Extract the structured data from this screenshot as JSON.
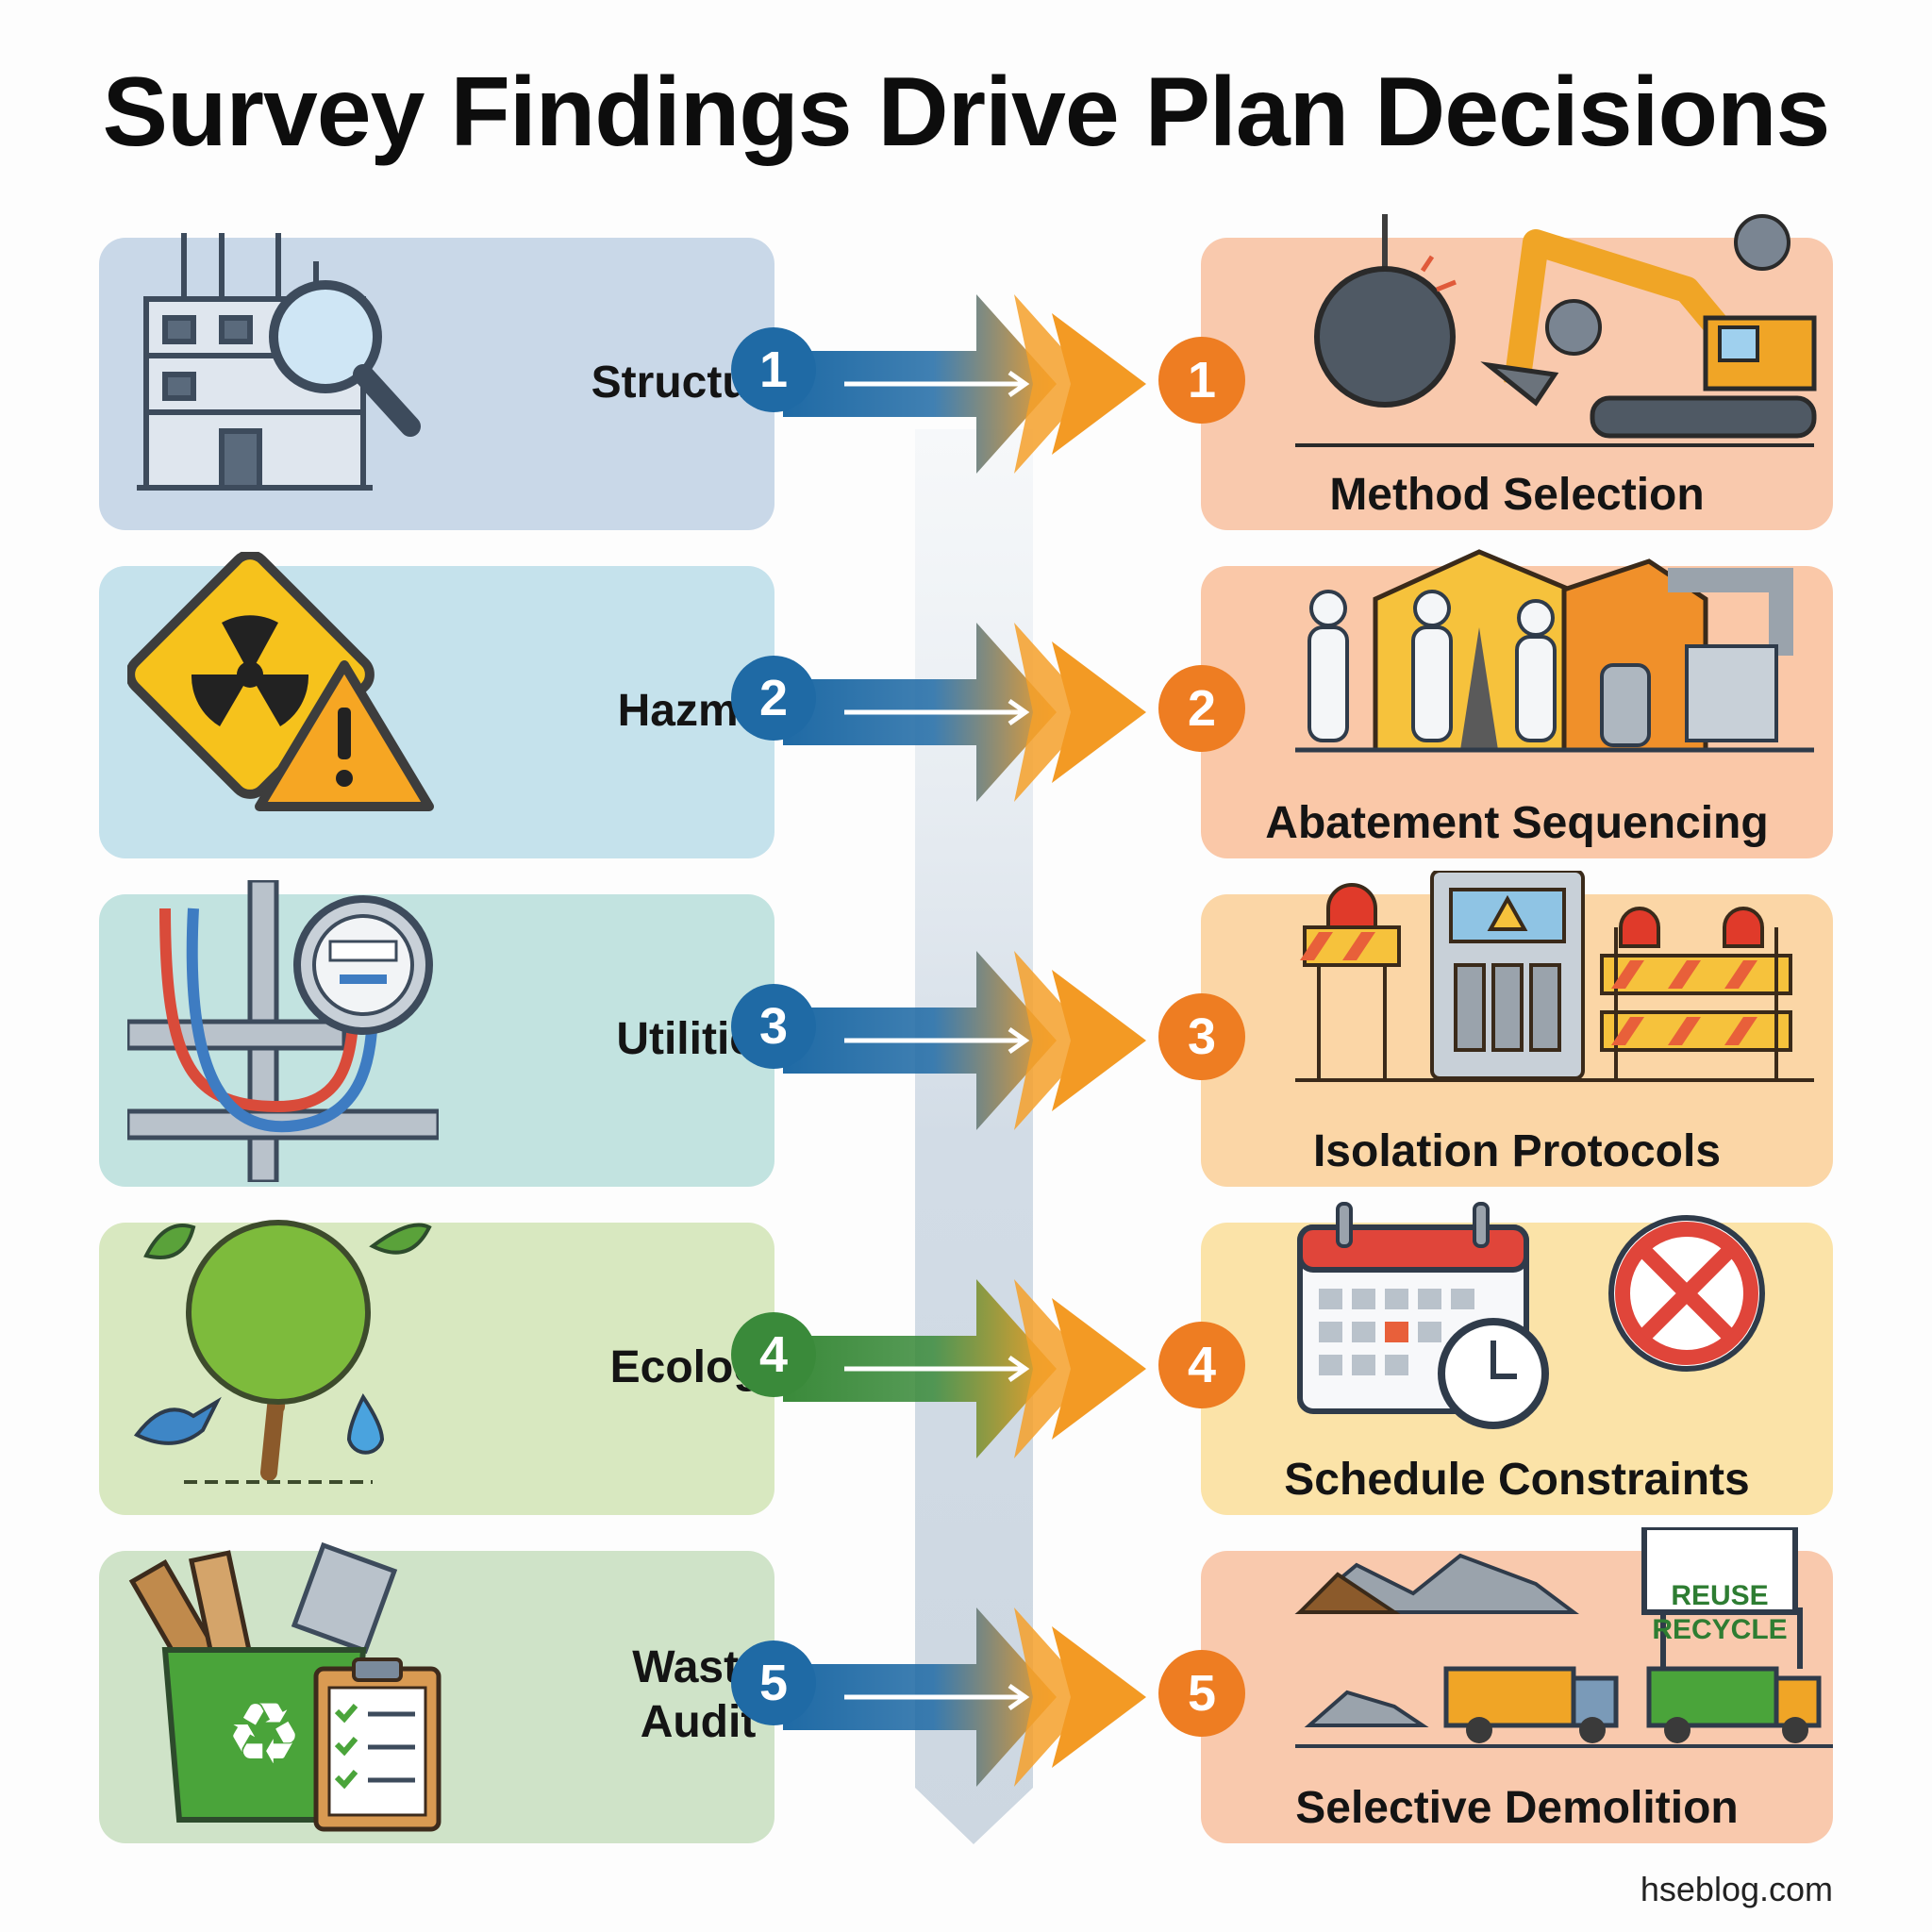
{
  "title": "Survey Findings Drive Plan Decisions",
  "rows": [
    {
      "number": "1",
      "finding": "Structural",
      "decision": "Method Selection",
      "finding_icon": "building-magnifier-icon",
      "decision_icon": "wrecking-ball-excavator-icon",
      "finding_bg": "#c9d8e8",
      "decision_bg": "#f9c9ad",
      "left_color": "#1f6aa5"
    },
    {
      "number": "2",
      "finding": "Hazmat",
      "decision": "Abatement Sequencing",
      "finding_icon": "radiation-warning-icon",
      "decision_icon": "hazmat-tent-workers-icon",
      "finding_bg": "#c5e2ec",
      "decision_bg": "#fac8a8",
      "left_color": "#1f6aa5"
    },
    {
      "number": "3",
      "finding": "Utilities",
      "decision": "Isolation Protocols",
      "finding_icon": "pipes-meter-icon",
      "decision_icon": "barriers-control-panel-icon",
      "finding_bg": "#c2e3e0",
      "decision_bg": "#fbd6a6",
      "left_color": "#1f6aa5"
    },
    {
      "number": "4",
      "finding": "Ecology",
      "decision": "Schedule Constraints",
      "finding_icon": "tree-bird-icon",
      "decision_icon": "calendar-clock-no-entry-icon",
      "finding_bg": "#d8e8c0",
      "decision_bg": "#fbe3a8",
      "left_color": "#3a8a3a"
    },
    {
      "number": "5",
      "finding": "Waste\nAudit",
      "decision": "Selective Demolition",
      "finding_icon": "recycle-bin-clipboard-icon",
      "decision_icon": "debris-trucks-sign-icon",
      "finding_bg": "#cfe3c8",
      "decision_bg": "#f9c9ad",
      "left_color": "#1f6aa5"
    }
  ],
  "reuse_sign": [
    "REUSE",
    "RECYCLE"
  ],
  "footer": "hseblog.com",
  "colors": {
    "orange": "#ee7d22",
    "blue": "#1f6aa5",
    "green": "#3a8a3a"
  }
}
